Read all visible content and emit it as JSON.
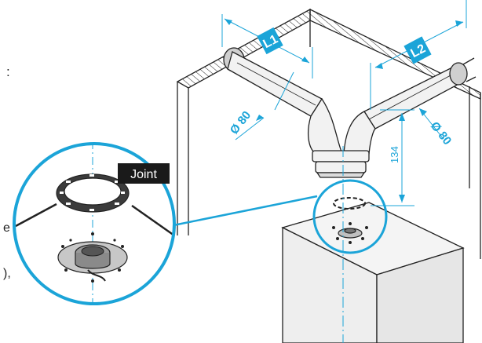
{
  "labels": {
    "l1": "L1",
    "l2": "L2",
    "dim_left": "Ø 80",
    "dim_right": "Ø 80",
    "height": "134",
    "joint": "Joint"
  },
  "cut_text": {
    "colon": ":",
    "frag_e": "e",
    "frag_paren": "),"
  },
  "colors": {
    "accent": "#1ba4d8",
    "line": "#222222",
    "panel": "#f4f4f4",
    "pipe": "#f2f2f2",
    "label_bg": "#1a1a1a"
  }
}
